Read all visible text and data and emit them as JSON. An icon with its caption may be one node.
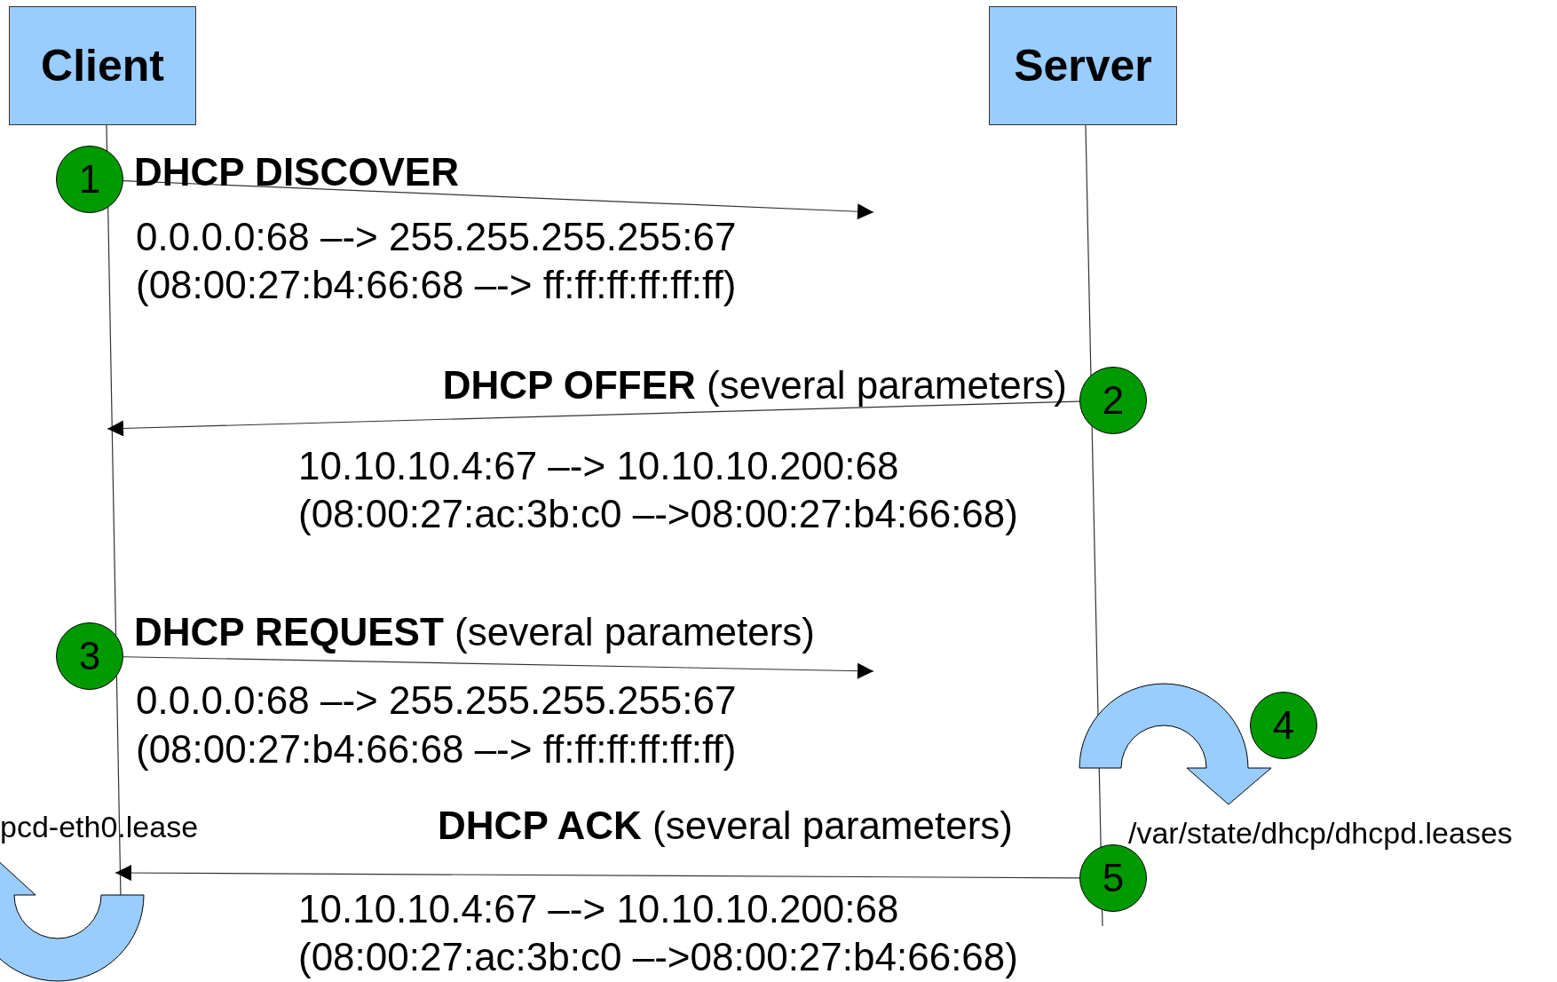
{
  "diagram": {
    "nodes": [
      {
        "text": [
          "Client"
        ]
      },
      {
        "text": [
          "Server"
        ]
      },
      {
        "text": [
          "1"
        ]
      },
      {
        "text": [
          "2"
        ]
      },
      {
        "text": [
          "3"
        ]
      },
      {
        "text": [
          "4"
        ]
      },
      {
        "text": [
          "5"
        ]
      }
    ],
    "edges": [
      {
        "from": 2,
        "to": null,
        "arrow": "to",
        "label": "DHCP DISCOVER"
      },
      {
        "from": 3,
        "to": null,
        "arrow": "to",
        "label": "**DHCP OFFER** (several parameters)"
      },
      {
        "from": 4,
        "to": null,
        "arrow": "to",
        "label": "**DHCP REQUEST** (several parameters)"
      },
      {
        "from": 6,
        "to": null,
        "arrow": "to",
        "label": "**DHCP ACK** (several parameters)"
      }
    ],
    "labels": [
      "0.0.0.0:68 –-> 255.255.255.255:67",
      "(08:00:27:b4:66:68 –-> ff:ff:ff:ff:ff:ff)",
      "10.10.10.4:67 –-> 10.10.10.200:68",
      "(08:00:27:ac:3b:c0 –->08:00:27:b4:66:68)",
      "0.0.0.0:68 –-> 255.255.255.255:67",
      "(08:00:27:b4:66:68 –-> ff:ff:ff:ff:ff:ff)",
      "pcd-eth0.lease",
      "/var/state/dhcp/dhcpd.leases",
      "10.10.10.4:67 –-> 10.10.10.200:68",
      "(08:00:27:ac:3b:c0 –->08:00:27:b4:66:68)"
    ]
  }
}
